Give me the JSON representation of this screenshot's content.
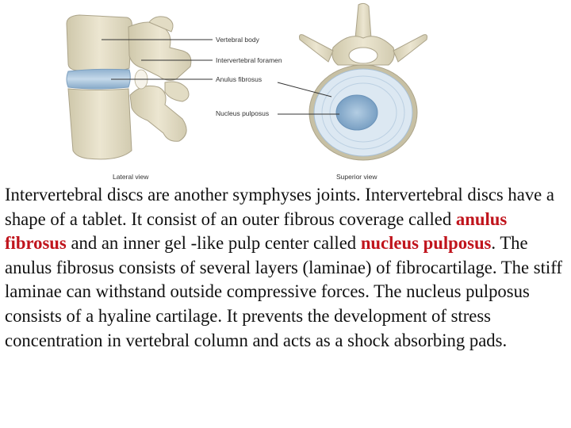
{
  "figure": {
    "labels": {
      "vertebral_body": "Vertebral body",
      "intervertebral_foramen": "Intervertebral foramen",
      "anulus_fibrosus": "Anulus fibrosus",
      "nucleus_pulposus": "Nucleus pulposus"
    },
    "captions": {
      "lateral": "Lateral view",
      "superior": "Superior view"
    },
    "colors": {
      "bone": "#e6e0c9",
      "bone_shadow": "#c9c2a6",
      "disc": "#a8c4dc",
      "nucleus": "#7fa6c8",
      "anulus": "#d8e6f1",
      "red_term": "#c0141c"
    }
  },
  "text": {
    "p1": "Intervertebral discs are another symphyses joints. Intervertebral discs have a shape of a tablet. It consist of an outer fibrous coverage called ",
    "term1": "anulus fibrosus",
    "p2": " and an inner gel -like pulp center called ",
    "term2": "nucleus pulposus",
    "p3": ". The anulus fibrosus consists of several layers (laminae) of fibrocartilage. The stiff laminae can withstand outside compressive forces. The nucleus pulposus consists of a hyaline cartilage. It prevents the development of stress concentration in vertebral column and acts as a shock absorbing pads."
  }
}
